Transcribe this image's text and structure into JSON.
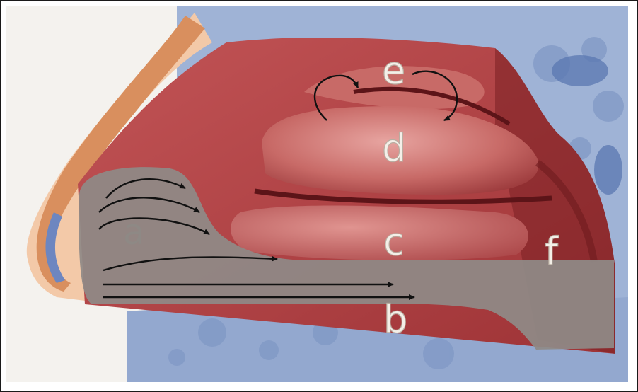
{
  "figure": {
    "labels": {
      "a": "a",
      "b": "b",
      "c": "c",
      "d": "d",
      "e": "e",
      "f": "f"
    }
  },
  "colors": {
    "tissue": "#b7474a",
    "tissue_dark": "#7e2327",
    "bone": "#9fb3d6",
    "bone_dark": "#6e86b8",
    "airflow_overlay": "#8f8a86",
    "arrow": "#111111"
  }
}
